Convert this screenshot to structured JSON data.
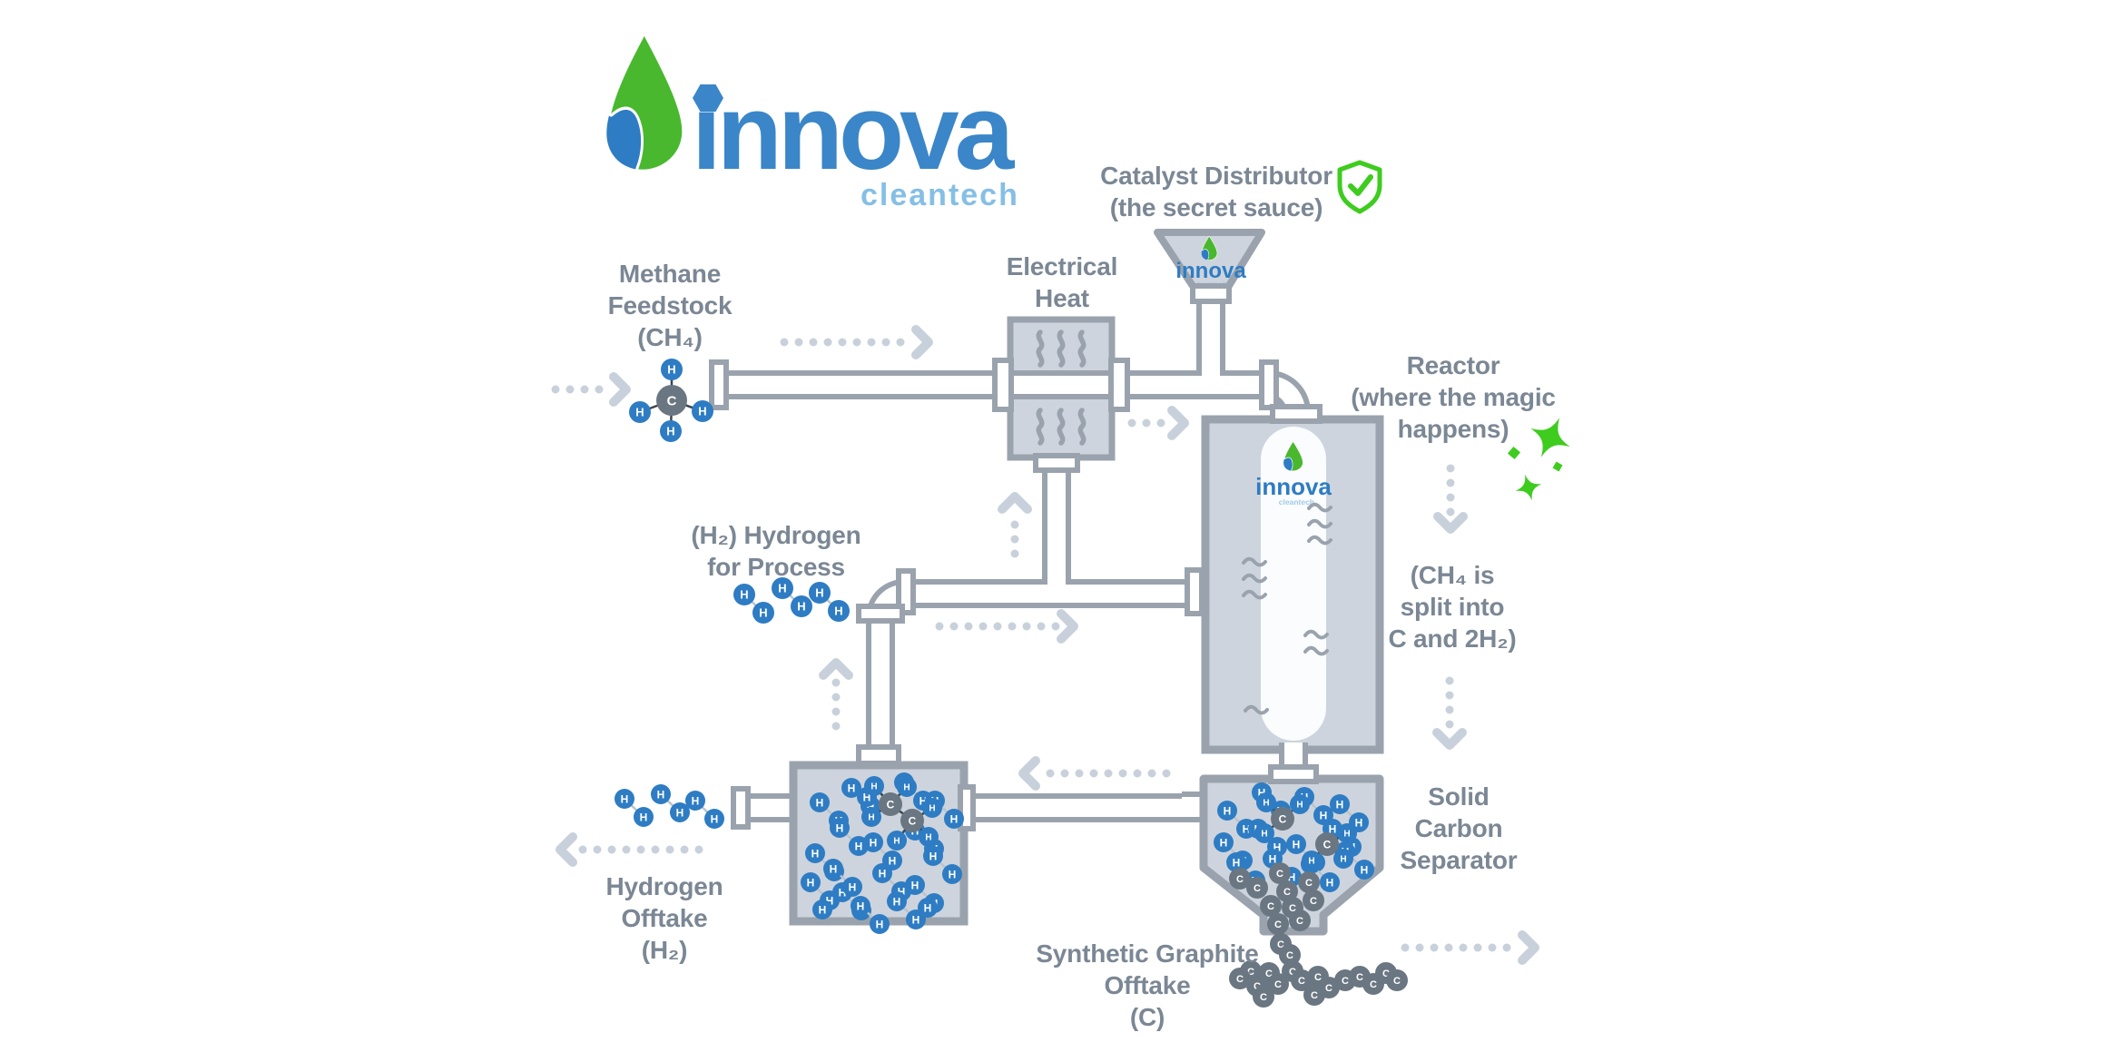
{
  "brand": {
    "name": "innova",
    "tagline": "cleantech"
  },
  "atoms": {
    "hydrogen": "H",
    "carbon": "C"
  },
  "labels": {
    "methane_feedstock": "Methane\nFeedstock\n(CH₄)",
    "electrical_heat": "Electrical\nHeat",
    "catalyst_distributor": "Catalyst Distributor\n(the secret sauce)",
    "reactor": "Reactor\n(where the magic\nhappens)",
    "reaction_note": "(CH₄ is\nsplit into\nC and 2H₂)",
    "hydrogen_for_process": "(H₂) Hydrogen\nfor Process",
    "solid_carbon_separator": "Solid\nCarbon\nSeparator",
    "hydrogen_offtake": "Hydrogen\nOfftake\n(H₂)",
    "synthetic_graphite_offtake": "Synthetic Graphite\nOfftake\n(C)"
  },
  "icons": {
    "shield_check": "shield-check-icon",
    "sparkles": "sparkles-icon",
    "drop_leaf_logo": "drop-leaf-icon",
    "heat_waves": "heat-waves-icon"
  },
  "colors": {
    "label_gray": "#7b8794",
    "pipe_gray": "#9aa3ad",
    "vessel_fill": "#cdd4dd",
    "arrow_gray": "#c8d1db",
    "hydrogen_blue": "#2e7cc3",
    "carbon_gray": "#6a7681",
    "accent_green": "#3ecc1f",
    "logo_blue": "#3a86c8",
    "tagline_blue": "#85bfe5"
  }
}
